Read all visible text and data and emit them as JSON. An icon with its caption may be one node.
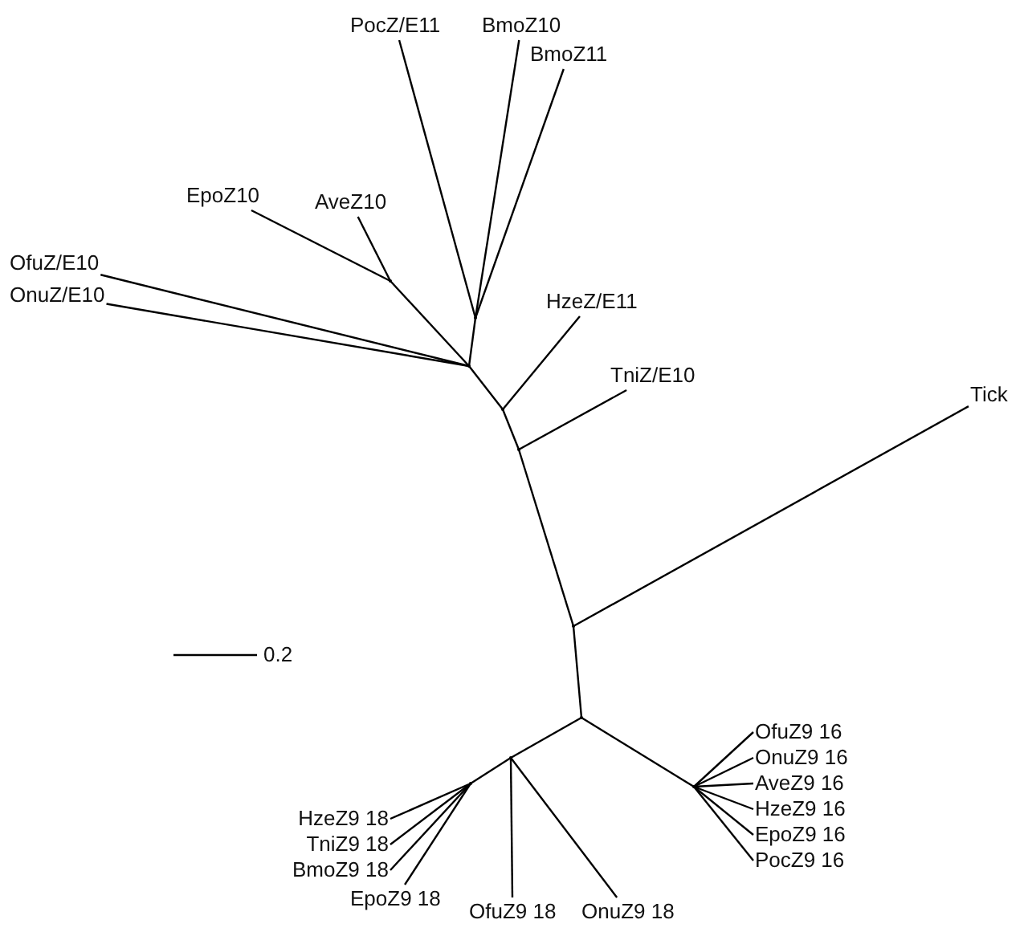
{
  "diagram": {
    "nodes": [
      {
        "text": [
          "PocZ/E11"
        ]
      },
      {
        "text": [
          "BmoZ10"
        ]
      },
      {
        "text": [
          "BmoZ11"
        ]
      },
      {
        "text": [
          "EpoZ10"
        ]
      },
      {
        "text": [
          "AveZ10"
        ]
      },
      {
        "text": [
          "OfuZ/E10"
        ]
      },
      {
        "text": [
          "OnuZ/E10"
        ]
      },
      {
        "text": [
          "HzeZ/E11"
        ]
      },
      {
        "text": [
          "TniZ/E10"
        ]
      },
      {
        "text": [
          "Tick"
        ]
      },
      {
        "text": [
          "OfuZ9 16"
        ]
      },
      {
        "text": [
          "OnuZ9 16"
        ]
      },
      {
        "text": [
          "AveZ9 16"
        ]
      },
      {
        "text": [
          "HzeZ9 16"
        ]
      },
      {
        "text": [
          "EpoZ9 16"
        ]
      },
      {
        "text": [
          "PocZ9 16"
        ]
      },
      {
        "text": [
          "HzeZ9 18"
        ]
      },
      {
        "text": [
          "TniZ9 18"
        ]
      },
      {
        "text": [
          "BmoZ9 18"
        ]
      },
      {
        "text": [
          "EpoZ9 18"
        ]
      },
      {
        "text": [
          "OfuZ9 18"
        ]
      },
      {
        "text": [
          "OnuZ9 18"
        ]
      },
      {
        "text": [],
        "shape": "point"
      },
      {
        "text": [],
        "shape": "point"
      },
      {
        "text": [],
        "shape": "point"
      },
      {
        "text": [],
        "shape": "point"
      },
      {
        "text": [],
        "shape": "point"
      },
      {
        "text": [],
        "shape": "point"
      },
      {
        "text": [],
        "shape": "point"
      },
      {
        "text": [],
        "shape": "point"
      },
      {
        "text": [],
        "shape": "point"
      },
      {
        "text": [],
        "shape": "point"
      }
    ],
    "edges": [
      {
        "from": 22,
        "to": 0,
        "arrow": "none"
      },
      {
        "from": 22,
        "to": 1,
        "arrow": "none"
      },
      {
        "from": 22,
        "to": 2,
        "arrow": "none"
      },
      {
        "from": 23,
        "to": 3,
        "arrow": "none"
      },
      {
        "from": 23,
        "to": 4,
        "arrow": "none"
      },
      {
        "from": 24,
        "to": 22,
        "arrow": "none"
      },
      {
        "from": 24,
        "to": 23,
        "arrow": "none"
      },
      {
        "from": 24,
        "to": 5,
        "arrow": "none"
      },
      {
        "from": 24,
        "to": 6,
        "arrow": "none"
      },
      {
        "from": 24,
        "to": 25,
        "arrow": "none"
      },
      {
        "from": 25,
        "to": 7,
        "arrow": "none"
      },
      {
        "from": 25,
        "to": 26,
        "arrow": "none"
      },
      {
        "from": 26,
        "to": 8,
        "arrow": "none"
      },
      {
        "from": 26,
        "to": 27,
        "arrow": "none"
      },
      {
        "from": 27,
        "to": 9,
        "arrow": "none"
      },
      {
        "from": 27,
        "to": 28,
        "arrow": "none"
      },
      {
        "from": 28,
        "to": 29,
        "arrow": "none"
      },
      {
        "from": 28,
        "to": 30,
        "arrow": "none"
      },
      {
        "from": 29,
        "to": 10,
        "arrow": "none"
      },
      {
        "from": 29,
        "to": 11,
        "arrow": "none"
      },
      {
        "from": 29,
        "to": 12,
        "arrow": "none"
      },
      {
        "from": 29,
        "to": 13,
        "arrow": "none"
      },
      {
        "from": 29,
        "to": 14,
        "arrow": "none"
      },
      {
        "from": 29,
        "to": 15,
        "arrow": "none"
      },
      {
        "from": 30,
        "to": 31,
        "arrow": "none"
      },
      {
        "from": 30,
        "to": 20,
        "arrow": "none"
      },
      {
        "from": 30,
        "to": 21,
        "arrow": "none"
      },
      {
        "from": 31,
        "to": 16,
        "arrow": "none"
      },
      {
        "from": 31,
        "to": 17,
        "arrow": "none"
      },
      {
        "from": 31,
        "to": 18,
        "arrow": "none"
      },
      {
        "from": 31,
        "to": 19,
        "arrow": "none"
      }
    ],
    "labels": [
      "0.2"
    ]
  }
}
